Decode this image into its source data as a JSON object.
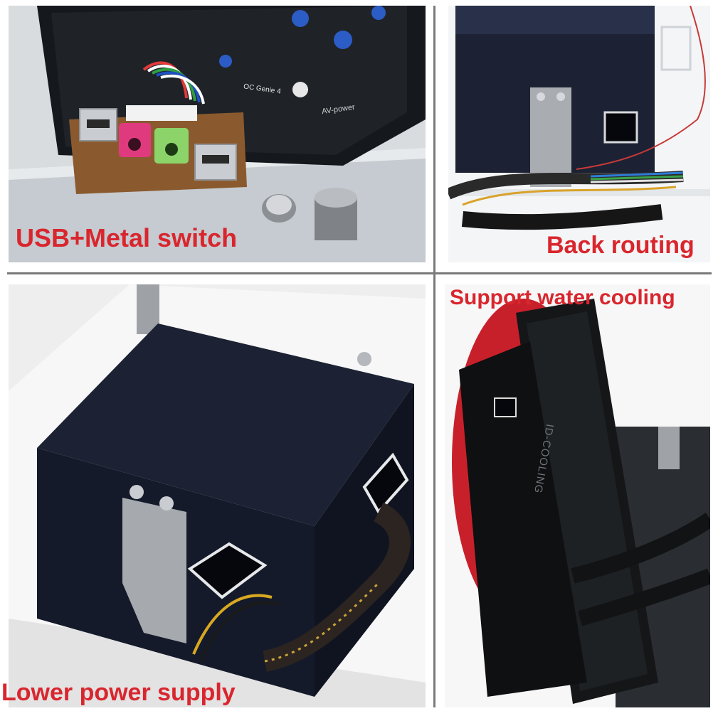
{
  "captions": {
    "top_left": "USB+Metal switch",
    "top_right": "Back routing",
    "bottom_left": "Lower power supply",
    "bottom_right": "Support water cooling"
  },
  "board_marks": {
    "board_model": "OC Genie 4",
    "power_mark": "AV-power"
  },
  "radiator_brand": "ID-COOLING",
  "colors": {
    "caption": "#d9262e",
    "psu_panel": "#1c2233",
    "radiator_fan_ring": "#c8202a"
  }
}
